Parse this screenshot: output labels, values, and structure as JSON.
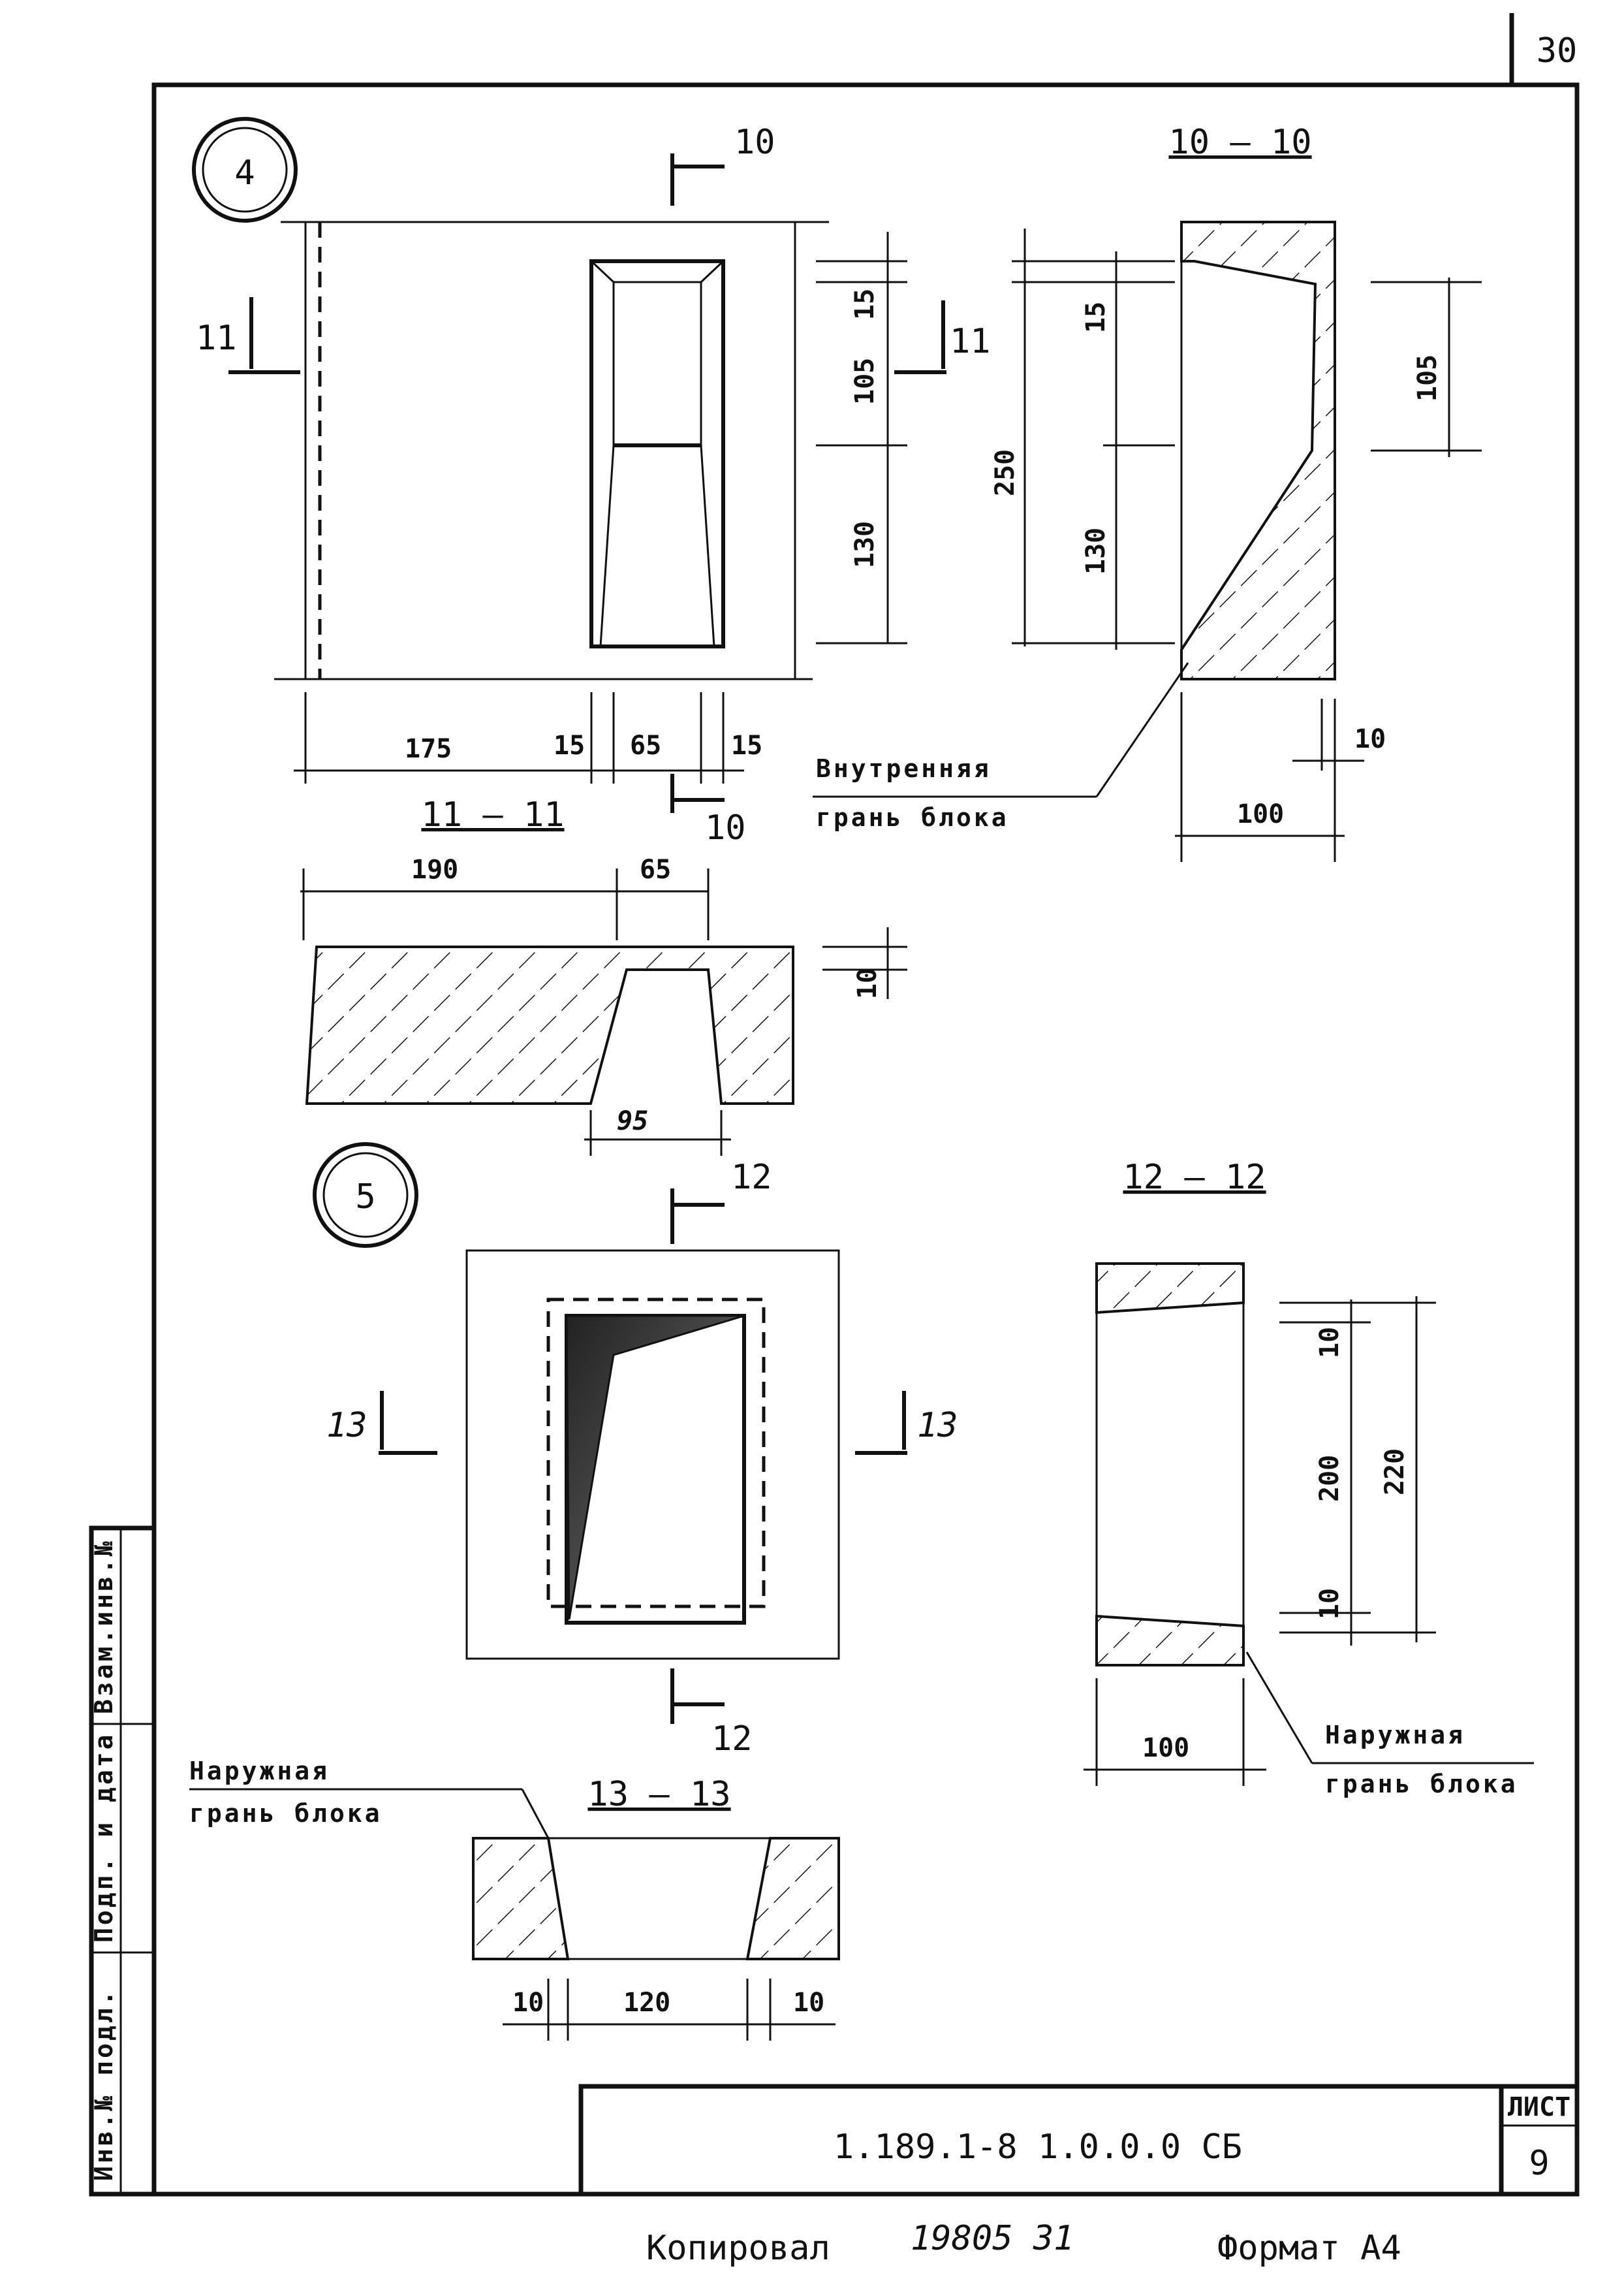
{
  "sheet": {
    "page_number": "30",
    "designation": "1.189.1-8 1.0.0.0 СБ",
    "sheet_label": "ЛИСТ",
    "sheet_number": "9",
    "copied_label": "Копировал",
    "handwritten_number": "19805 31",
    "format_label": "Формат А4"
  },
  "side_stamp": {
    "inv_no_orig": "Инв.№ подл.",
    "sign_date": "Подп. и дата",
    "replaced_inv": "Взам.инв.№"
  },
  "node4": {
    "marker": "4",
    "cut_10": "10",
    "cut_11": "11",
    "dims": {
      "d15_top": "15",
      "d105": "105",
      "d130": "130",
      "d175": "175",
      "d15_a": "15",
      "d65": "65",
      "d15_b": "15"
    }
  },
  "section_10_10": {
    "title": "10 — 10",
    "dims": {
      "d15": "15",
      "d250": "250",
      "d130": "130",
      "d105": "105",
      "d10": "10",
      "d100": "100"
    },
    "note_line1": "Внутренняя",
    "note_line2": "грань блока"
  },
  "section_11_11": {
    "title": "11 — 11",
    "dims": {
      "d190": "190",
      "d65": "65",
      "d10": "10",
      "d95": "95"
    }
  },
  "node5": {
    "marker": "5",
    "cut_12": "12",
    "cut_13": "13"
  },
  "section_12_12": {
    "title": "12 — 12",
    "dims": {
      "d10_top": "10",
      "d200": "200",
      "d220": "220",
      "d10_bot": "10",
      "d100": "100"
    },
    "note_line1": "Наружная",
    "note_line2": "грань блока"
  },
  "section_13_13": {
    "title": "13 — 13",
    "dims": {
      "d10_l": "10",
      "d120": "120",
      "d10_r": "10"
    },
    "note_line1": "Наружная",
    "note_line2": "грань блока"
  }
}
